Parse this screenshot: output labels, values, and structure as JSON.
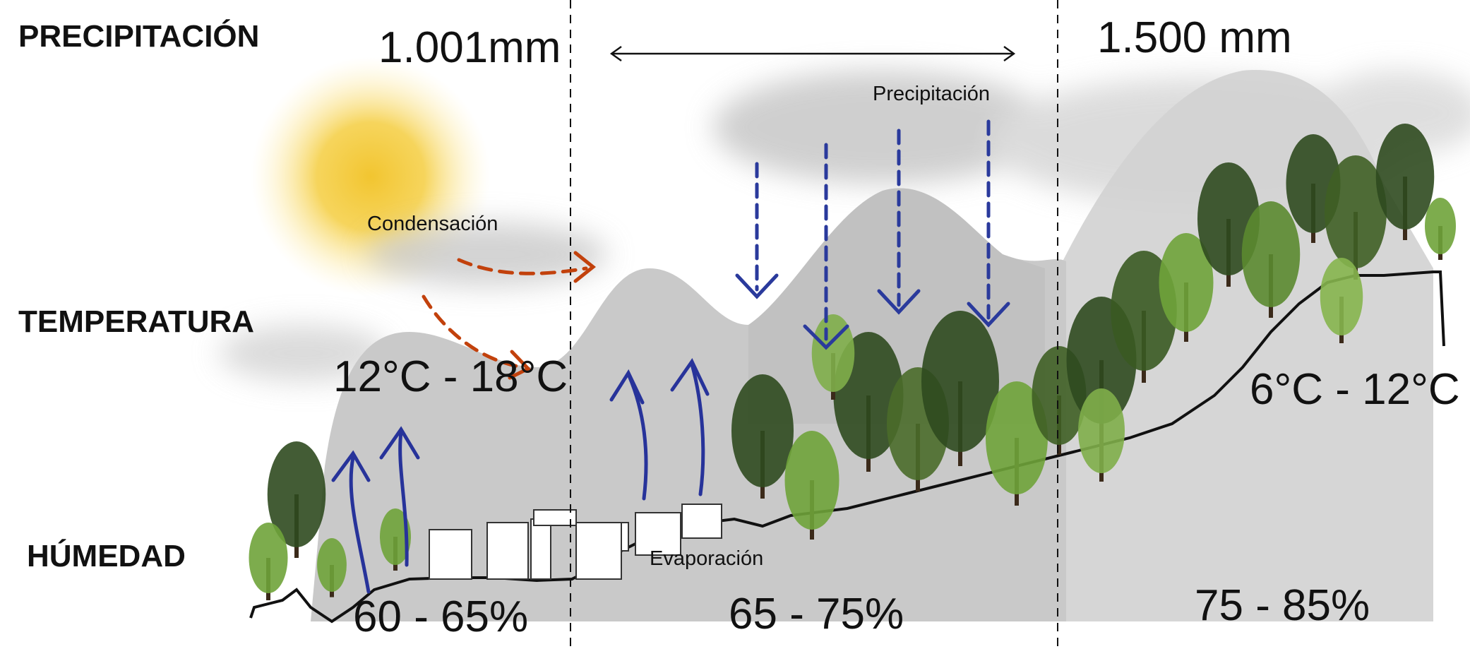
{
  "row_labels": {
    "precipitation": "PRECIPITACIÓN",
    "temperature": "TEMPERATURA",
    "humidity": "HÚMEDAD"
  },
  "precipitation": {
    "low": "1.001mm",
    "high": "1.500 mm"
  },
  "process_labels": {
    "condensation": "Condensación",
    "precipitation": "Precipitación",
    "evaporation": "Evaporación"
  },
  "temperature": {
    "low_zone": "12°C - 18°C",
    "high_zone": "6°C - 12°C"
  },
  "humidity": {
    "zone1": "60 - 65%",
    "zone2": "65 - 75%",
    "zone3": "75 - 85%"
  },
  "colors": {
    "rain_arrows": "#2a3a9c",
    "evaporation_arrows": "#27339a",
    "condensation_arrows": "#c2410c",
    "sun": "#f2c530",
    "mountain": "#c9c9c9",
    "tree_dark": "#2f4a1f",
    "tree_light": "#6fa33a"
  },
  "icons": [
    "sun-icon",
    "cloud-icon",
    "tree-icon",
    "building-icon",
    "arrow-icon"
  ]
}
